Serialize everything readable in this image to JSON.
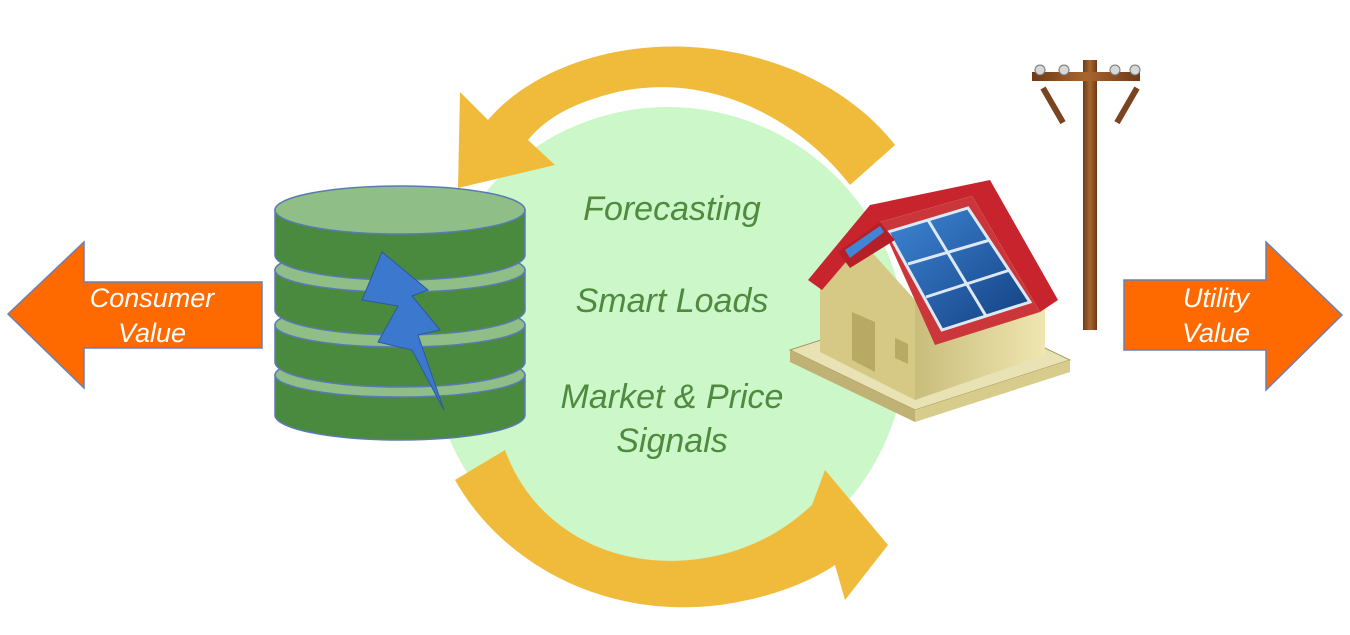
{
  "colors": {
    "circle_fill": "#ccf7c8",
    "cycle_arrow": "#f0bb3a",
    "side_arrow": "#ff6a00",
    "side_arrow_stroke": "#6a7fb6",
    "database_body": "#4a8a3e",
    "database_top": "#8fbf86",
    "database_stroke": "#5a7ab4",
    "lightning": "#3d78cf",
    "center_text": "#4f8a3f",
    "side_text": "#ffffff",
    "house_wall": "#d8cd8f",
    "house_roof": "#c8242e",
    "solar_panel": "#1f5ea8",
    "pole": "#8a4e22"
  },
  "icons": {
    "database": "database-icon",
    "lightning": "lightning-bolt-icon",
    "house": "house-with-solar-panels-icon",
    "pole": "utility-pole-icon"
  },
  "left_arrow": {
    "line1": "Consumer",
    "line2": "Value"
  },
  "right_arrow": {
    "line1": "Utility",
    "line2": "Value"
  },
  "center": {
    "item1": "Forecasting",
    "item2": "Smart Loads",
    "item3_line1": "Market & Price",
    "item3_line2": "Signals"
  }
}
